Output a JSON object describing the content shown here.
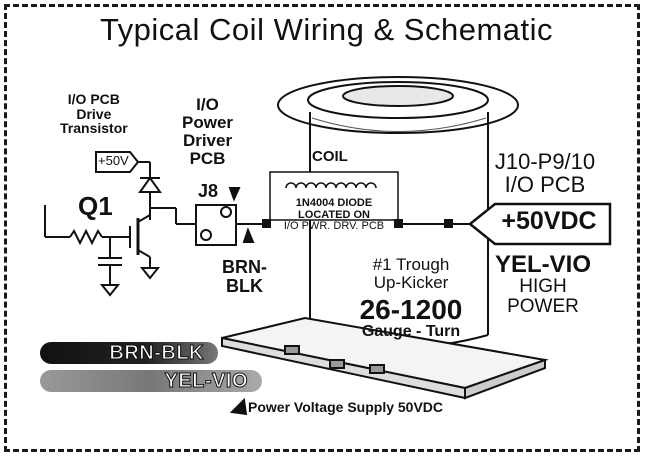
{
  "title": "Typical Coil Wiring & Schematic",
  "labels": {
    "io_pcb_drive_transistor": [
      "I/O PCB",
      "Drive",
      "Transistor"
    ],
    "io_power_driver_pcb": [
      "I/O",
      "Power",
      "Driver",
      "PCB"
    ],
    "q1": "Q1",
    "plus50v": "+50V",
    "j8": "J8",
    "brn_blk_label": [
      "BRN-",
      "BLK"
    ],
    "coil": "COIL",
    "diode_note": [
      "1N4004 DIODE",
      "LOCATED ON",
      "I/O PWR. DRV. PCB"
    ],
    "j10": [
      "J10-P9/10",
      "I/O PCB"
    ],
    "plus50vdc": "+50VDC",
    "yel_vio_label": [
      "YEL-VIO",
      "HIGH",
      "POWER"
    ],
    "trough": [
      "#1 Trough",
      "Up-Kicker"
    ],
    "part_number": "26-1200",
    "gauge_turn": "Gauge - Turn",
    "wire_brn_blk": "BRN-BLK",
    "wire_yel_vio": "YEL-VIO",
    "supply_note": "Power Voltage Supply 50VDC"
  },
  "colors": {
    "ink": "#111111",
    "wire_brn_blk": "#1c1c1c",
    "wire_yel_vio": "#8a8a8a"
  }
}
